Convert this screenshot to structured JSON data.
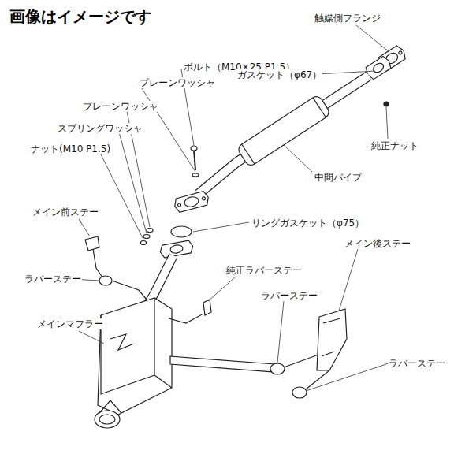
{
  "diagram": {
    "title": "画像はイメージです",
    "labels": [
      "ボルト（M10×25 P1.5）",
      "プレーンワッシャ",
      "プレーンワッシャ",
      "スプリングワッシャ",
      "ナット(M10 P1.5)",
      "触媒側フランジ",
      "ガスケット（φ67）",
      "純正ナット",
      "中間パイプ",
      "リングガスケット（φ75）",
      "メイン前ステー",
      "ラバーステー",
      "純正ラバーステー",
      "メイン後ステー",
      "ラバーステー",
      "メインマフラー",
      "ラバーステー"
    ]
  }
}
